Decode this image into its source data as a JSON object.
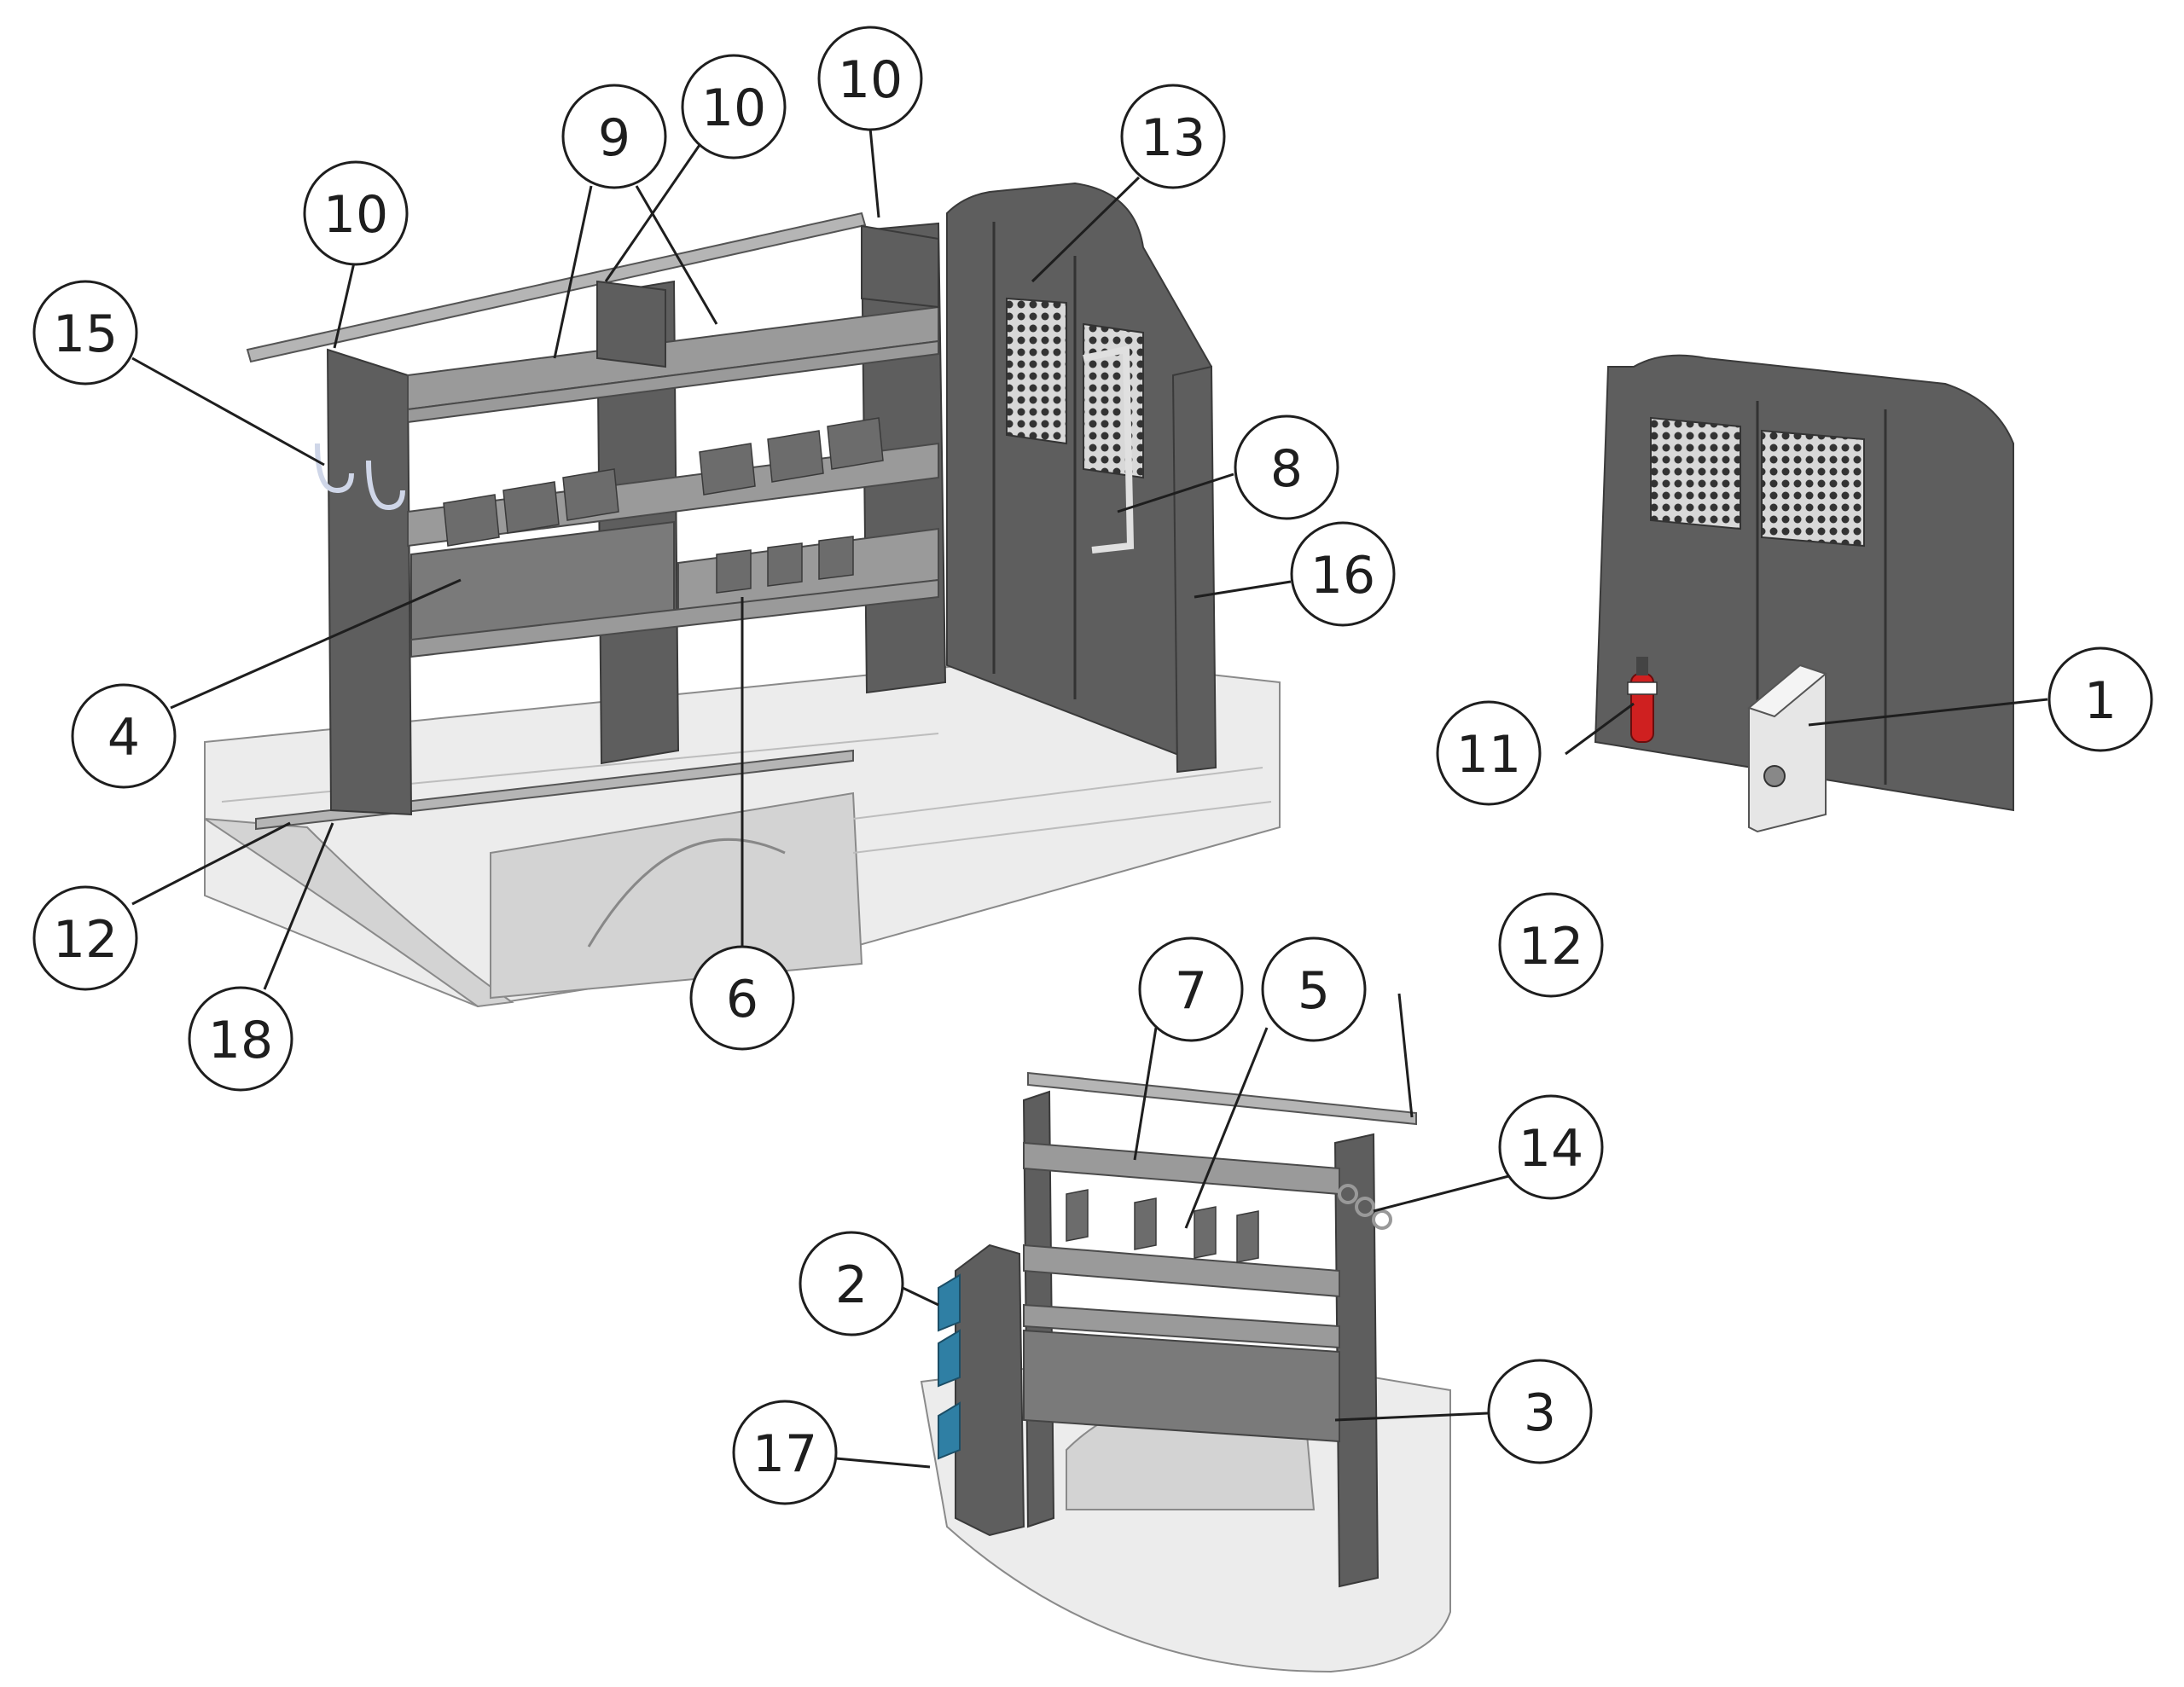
{
  "callouts": [
    {
      "id": "c1",
      "label": "1"
    },
    {
      "id": "c2",
      "label": "2"
    },
    {
      "id": "c3",
      "label": "3"
    },
    {
      "id": "c4",
      "label": "4"
    },
    {
      "id": "c5",
      "label": "5"
    },
    {
      "id": "c6",
      "label": "6"
    },
    {
      "id": "c7",
      "label": "7"
    },
    {
      "id": "c8",
      "label": "8"
    },
    {
      "id": "c9",
      "label": "9"
    },
    {
      "id": "c10a",
      "label": "10"
    },
    {
      "id": "c10b",
      "label": "10"
    },
    {
      "id": "c10c",
      "label": "10"
    },
    {
      "id": "c11",
      "label": "11"
    },
    {
      "id": "c12a",
      "label": "12"
    },
    {
      "id": "c12b",
      "label": "12"
    },
    {
      "id": "c13",
      "label": "13"
    },
    {
      "id": "c14",
      "label": "14"
    },
    {
      "id": "c15",
      "label": "15"
    },
    {
      "id": "c16",
      "label": "16"
    },
    {
      "id": "c17",
      "label": "17"
    },
    {
      "id": "c18",
      "label": "18"
    }
  ],
  "colors": {
    "panel": "#5e5e5e",
    "shelf": "#9a9a9a",
    "floor": "#ececec",
    "bin": "#2f7fa4",
    "extinguisher": "#cf2020"
  }
}
